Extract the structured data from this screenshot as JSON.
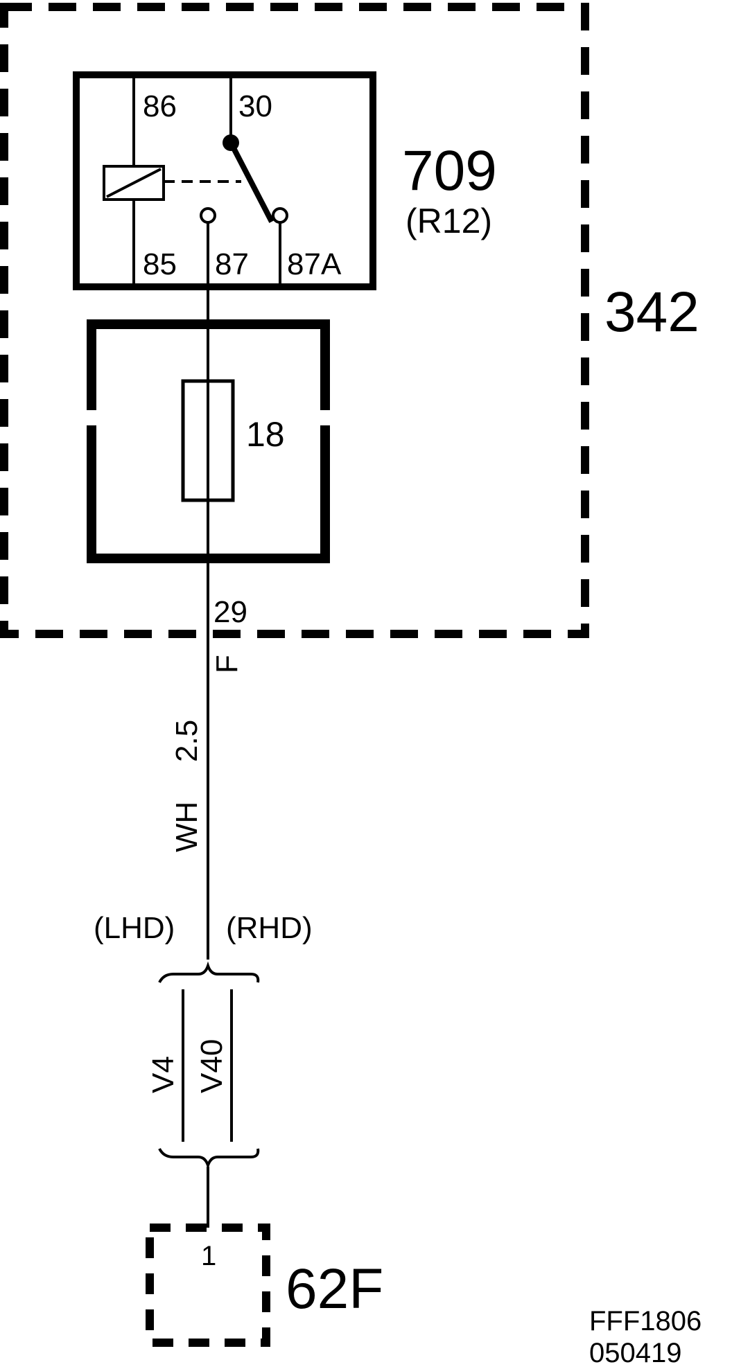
{
  "diagram": {
    "enclosure": {
      "label": "342"
    },
    "relay": {
      "label": "709",
      "sublabel": "(R12)",
      "pins": {
        "coil_top": "86",
        "common": "30",
        "coil_bottom": "85",
        "normally_open": "87",
        "normally_closed": "87A"
      }
    },
    "fuse": {
      "label": "18"
    },
    "connector_pin": "29",
    "connector_letter": "F",
    "wire": {
      "color": "WH",
      "gauge": "2.5"
    },
    "variants": {
      "left_label": "(LHD)",
      "right_label": "(RHD)",
      "left_connector": "V4",
      "right_connector": "V40"
    },
    "ground_component": {
      "label": "62F",
      "pin": "1"
    },
    "reference": {
      "code": "FFF1806",
      "date": "050419"
    }
  },
  "colors": {
    "ink": "#000000",
    "background": "#ffffff"
  }
}
